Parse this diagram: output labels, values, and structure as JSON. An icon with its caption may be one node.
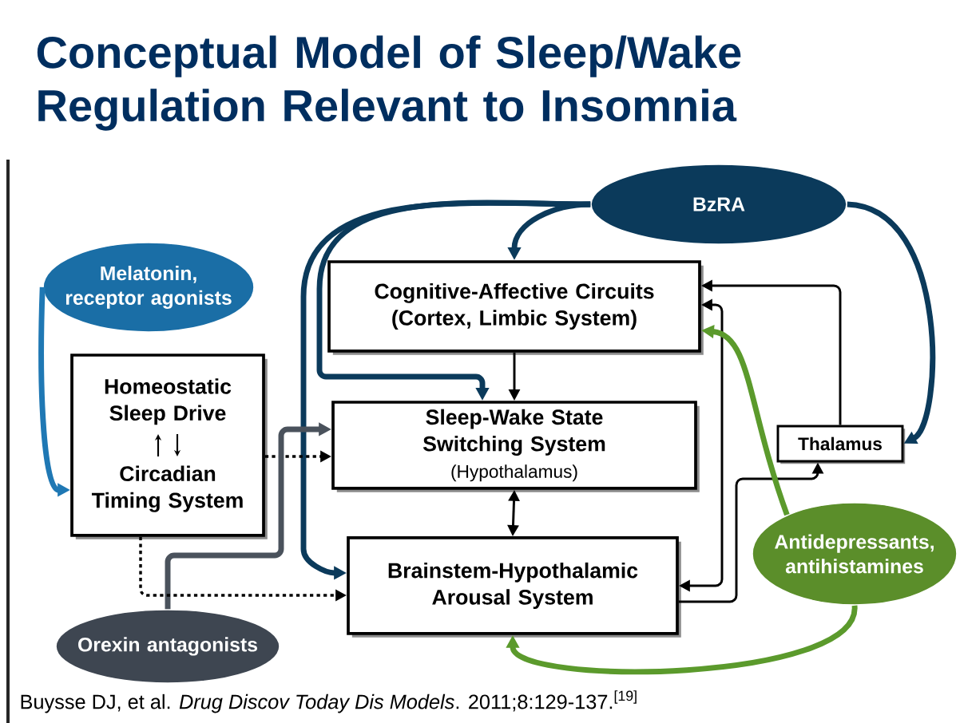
{
  "diagram": {
    "title": "Conceptual Model of Sleep/Wake Regulation Relevant to Insomnia",
    "caption": "Buysse DJ, et al. *Drug Discov Today Dis Models*. 2011;8:129-137.$^{[19]}$",
    "nodes": [
      {
        "text": [
          "BzRA"
        ]
      },
      {
        "text": [
          "Melatonin, receptor agonists"
        ]
      },
      {
        "text": [
          "Cognitive-Affective Circuits (Cortex, Limbic System)"
        ]
      },
      {
        "text": [
          "Homeostatic Sleep Drive",
          "Circadian Timing System"
        ]
      },
      {
        "text": [
          "Sleep-Wake State Switching System",
          "(Hypothalamus)"
        ]
      },
      {
        "text": [
          "Thalamus"
        ]
      },
      {
        "text": [
          "Brainstem-Hypothalamic Arousal System"
        ]
      },
      {
        "text": [
          "Antidepressants, antihistamines"
        ]
      },
      {
        "text": [
          "Orexin antagonists"
        ]
      }
    ],
    "edges": [
      {
        "from": 0,
        "to": 2,
        "arrow": "to",
        "color": "#0b3a5b"
      },
      {
        "from": 0,
        "to": 4,
        "arrow": "to",
        "color": "#0b3a5b"
      },
      {
        "from": 0,
        "to": 6,
        "arrow": "to",
        "color": "#0b3a5b"
      },
      {
        "from": 0,
        "to": 5,
        "arrow": "to",
        "color": "#0b3a5b"
      },
      {
        "from": 1,
        "to": 3,
        "arrow": "to",
        "color": "#1f78b4"
      },
      {
        "from": 2,
        "to": 4,
        "arrow": "to"
      },
      {
        "from": 3,
        "to": 4,
        "arrow": "to",
        "style": "dashed"
      },
      {
        "from": 8,
        "to": 4,
        "arrow": "to",
        "color": "#4a525c"
      },
      {
        "from": 3,
        "to": 6,
        "arrow": "to",
        "style": "dashed"
      },
      {
        "from": 4,
        "to": 6,
        "arrow": "both"
      },
      {
        "from": 5,
        "to": 2,
        "arrow": "to"
      },
      {
        "from": 2,
        "to": 6,
        "arrow": "both"
      },
      {
        "from": 6,
        "to": 5,
        "arrow": "to"
      },
      {
        "from": 7,
        "to": 2,
        "arrow": "to",
        "color": "#5b9a2c"
      },
      {
        "from": 7,
        "to": 6,
        "arrow": "to",
        "color": "#5b9a2c"
      }
    ]
  }
}
